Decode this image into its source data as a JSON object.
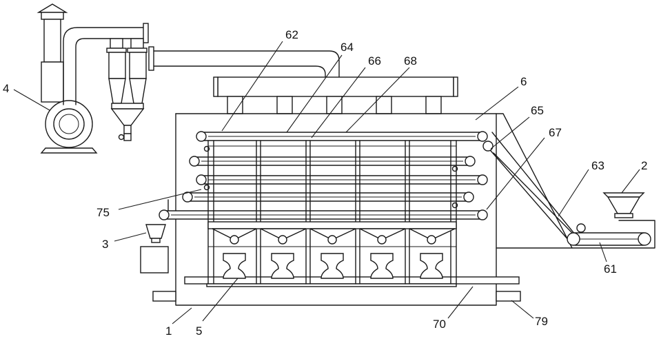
{
  "labels": {
    "l1": "1",
    "l2": "2",
    "l3": "3",
    "l4": "4",
    "l5": "5",
    "l6": "6",
    "l61": "61",
    "l62": "62",
    "l63": "63",
    "l64": "64",
    "l65": "65",
    "l66": "66",
    "l67": "67",
    "l68": "68",
    "l70": "70",
    "l75": "75",
    "l79": "79"
  },
  "colors": {
    "line": "#1a1a1a",
    "background": "#ffffff"
  }
}
